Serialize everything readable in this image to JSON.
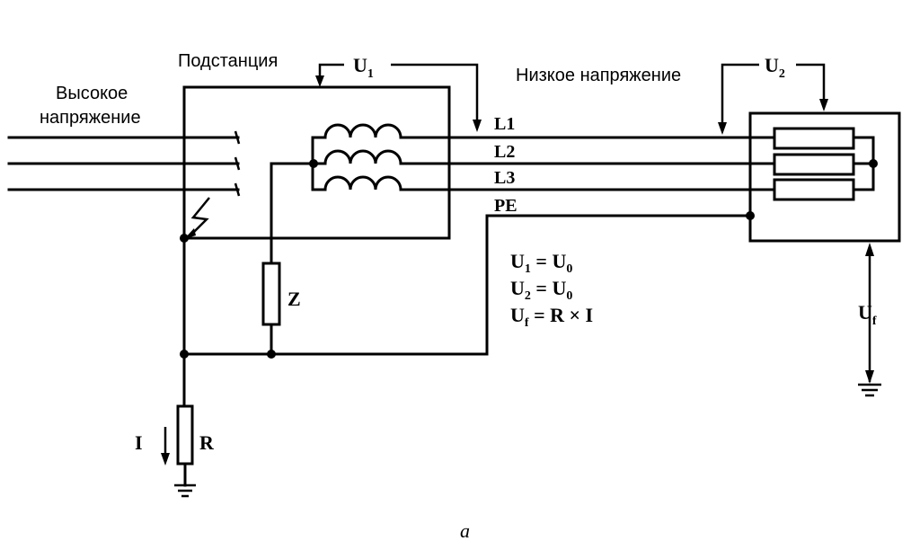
{
  "labels": {
    "high_voltage_line1": "Высокое",
    "high_voltage_line2": "напряжение",
    "substation": "Подстанция",
    "low_voltage": "Низкое напряжение",
    "u1": "U",
    "u1_sub": "1",
    "u2": "U",
    "u2_sub": "2",
    "uf": "U",
    "uf_sub": "f",
    "l1": "L1",
    "l2": "L2",
    "l3": "L3",
    "pe": "PE",
    "z": "Z",
    "r": "R",
    "current": "I",
    "figure_letter": "a"
  },
  "formulas": [
    {
      "lhs": "U",
      "lhs_sub": "1",
      "op": " = ",
      "rhs": "U",
      "rhs_sub": "0"
    },
    {
      "lhs": "U",
      "lhs_sub": "2",
      "op": " = ",
      "rhs": "U",
      "rhs_sub": "0"
    },
    {
      "lhs": "U",
      "lhs_sub": "f",
      "op": " = ",
      "rhs": "R × I",
      "rhs_sub": ""
    }
  ]
}
